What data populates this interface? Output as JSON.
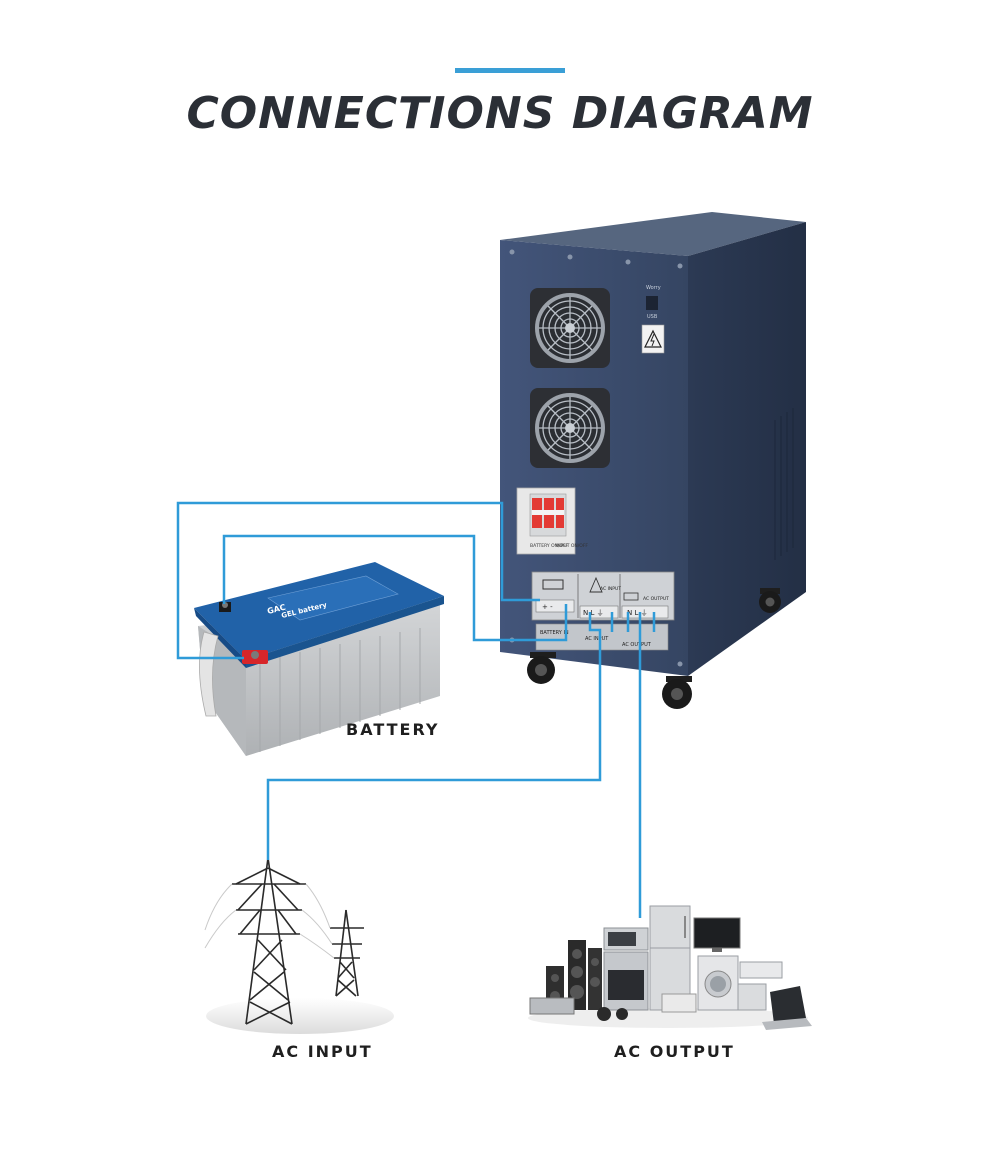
{
  "title": "CONNECTIONS DIAGRAM",
  "colors": {
    "accent": "#3a9fd6",
    "wire": "#2f9bd8",
    "cabinet": "#3a4a66",
    "cabinet_dark": "#2a3750",
    "battery_top": "#1f5fa8",
    "battery_body": "#c9cbcd"
  },
  "labels": {
    "battery": "BATTERY",
    "ac_input": "AC INPUT",
    "ac_output": "AC OUTPUT"
  },
  "inverter": {
    "breaker_labels": [
      "BATTERY ON/OFF",
      "INPUT ON/OFF"
    ],
    "terminal_groups": [
      "+  -",
      "N  L  ⏚",
      "N  L  ⏚"
    ],
    "terminal_headers": [
      "AC INPUT",
      "AC OUTPUT"
    ],
    "lower_labels": [
      "BATTERY IN",
      "AC INPUT",
      "AC OUTPUT"
    ],
    "port_labels": [
      "Worry",
      "USB"
    ]
  },
  "battery_device": {
    "brand": "GAC",
    "model": "GEL battery"
  }
}
